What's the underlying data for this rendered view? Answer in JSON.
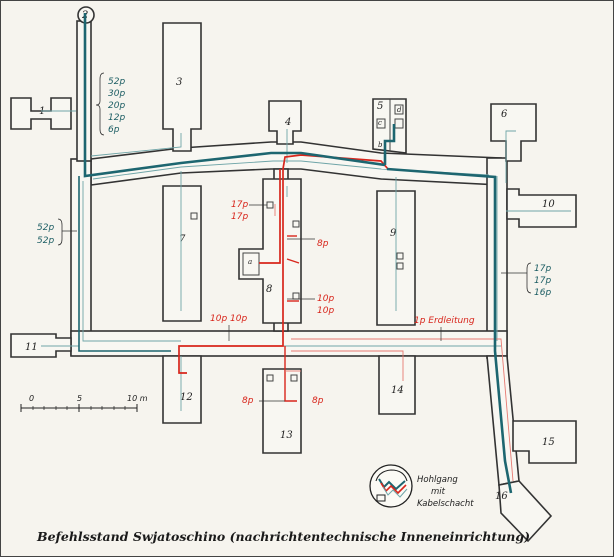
{
  "caption": "Befehlsstand Swjatoschino (nachrichtentechnische Inneneinrichtung)",
  "rooms": {
    "r1": "1",
    "r2": "2",
    "r3": "3",
    "r4": "4",
    "r5": "5",
    "r6": "6",
    "r7": "7",
    "r8": "8",
    "r9": "9",
    "r10": "10",
    "r11": "11",
    "r12": "12",
    "r13": "13",
    "r14": "14",
    "r15": "15",
    "r16": "16",
    "sub_a": "a",
    "sub_b": "b",
    "sub_c": "c",
    "sub_d": "d"
  },
  "cable_labels": {
    "top_left": [
      "52p",
      "30p",
      "20p",
      "12p",
      "6p"
    ],
    "left_shaft": [
      "52p",
      "52p"
    ],
    "right_shaft": [
      "17p",
      "17p",
      "16p"
    ],
    "room8_left": [
      "17p",
      "17p"
    ],
    "room8_right_top": "8p",
    "room8_right_mid": [
      "10p",
      "10p"
    ],
    "room12_top": "10p 10p",
    "erdleitung": "1p Erdleitung",
    "room13_left": "8p",
    "room13_right": "8p"
  },
  "scale": {
    "ticks": [
      "0",
      "5",
      "10 m"
    ]
  },
  "legend": {
    "line1": "Hohlgang",
    "line2": "mit",
    "line3": "Kabelschacht"
  },
  "colors": {
    "teal": "#1d6670",
    "red": "#d8261c",
    "wall": "#333333"
  }
}
